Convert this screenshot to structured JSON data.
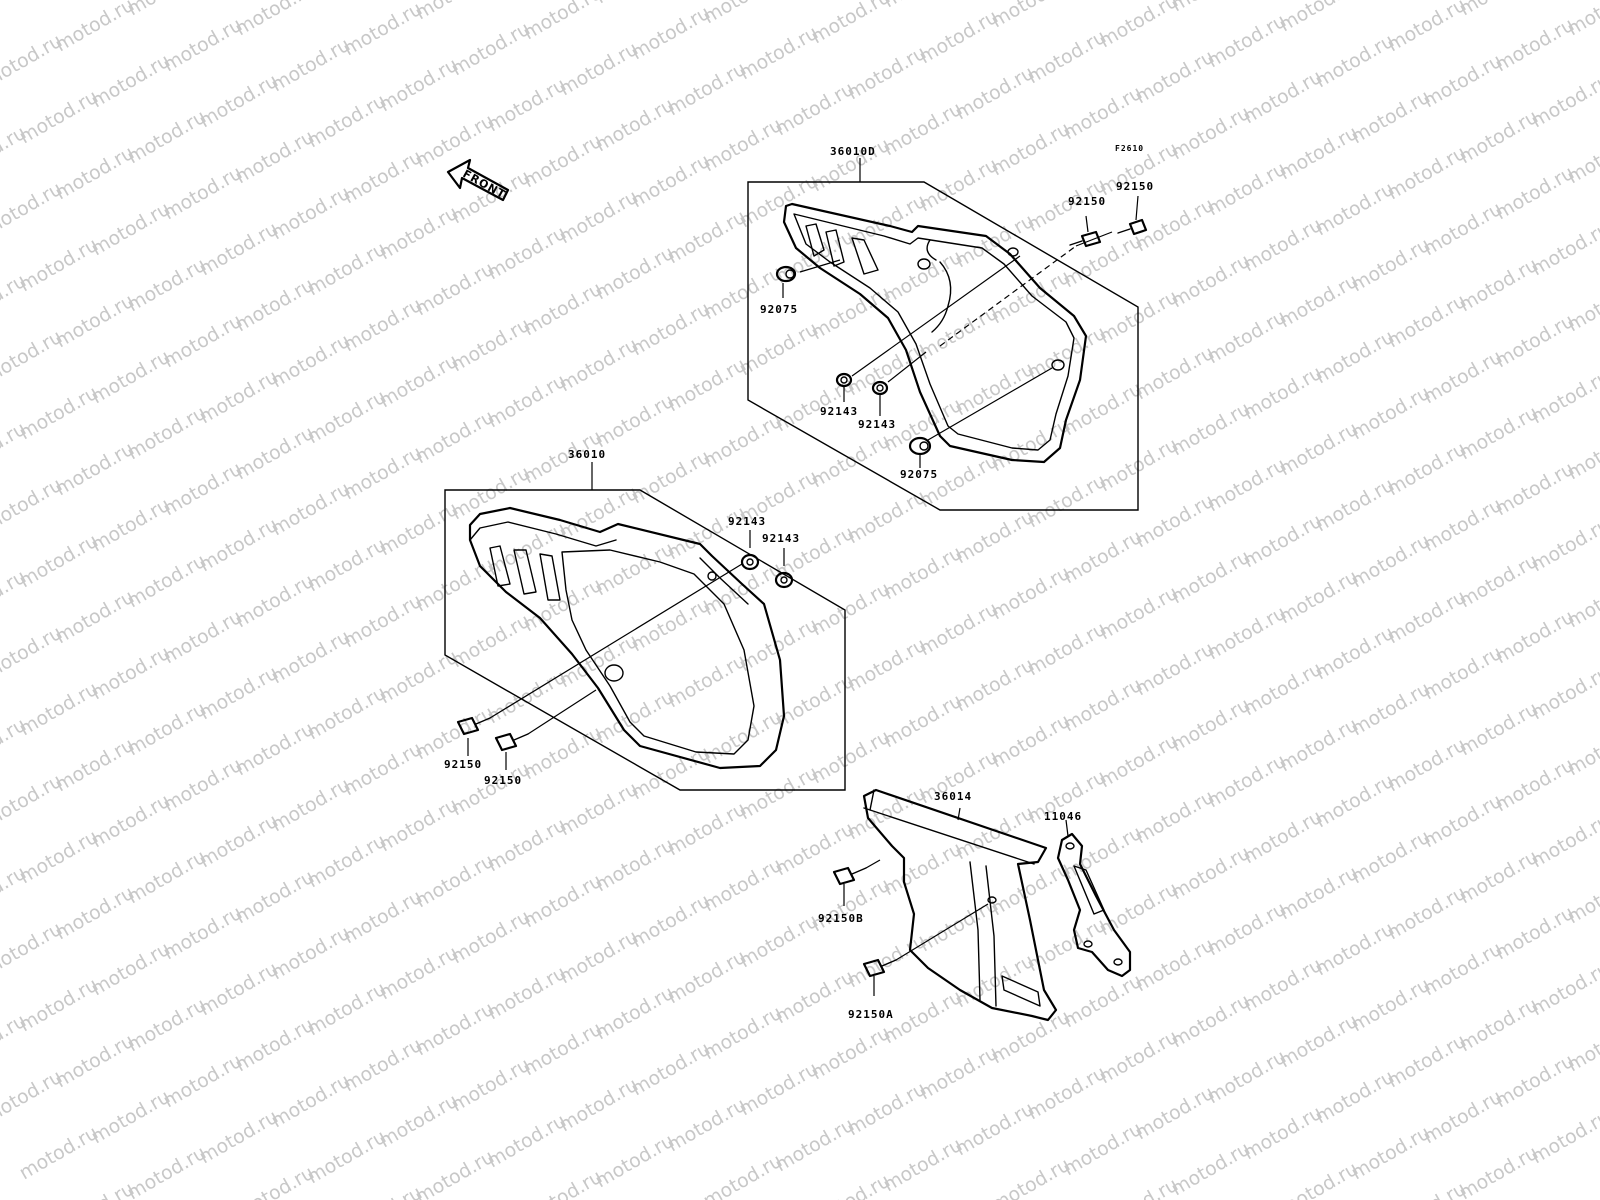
{
  "watermark": {
    "text": "motod.ru",
    "color": "#c8c8c8"
  },
  "figure_code": "F2610",
  "front_arrow": {
    "label": "FRONT"
  },
  "labels": {
    "p36010D": "36010D",
    "p92150_a": "92150",
    "p92150_b": "92150",
    "p92075_a": "92075",
    "p92143_a": "92143",
    "p92143_b": "92143",
    "p92075_b": "92075",
    "p36010": "36010",
    "p92143_c": "92143",
    "p92143_d": "92143",
    "p92150_c": "92150",
    "p92150_d": "92150",
    "p36014": "36014",
    "p11046": "11046",
    "p92150B": "92150B",
    "p92150A": "92150A"
  }
}
